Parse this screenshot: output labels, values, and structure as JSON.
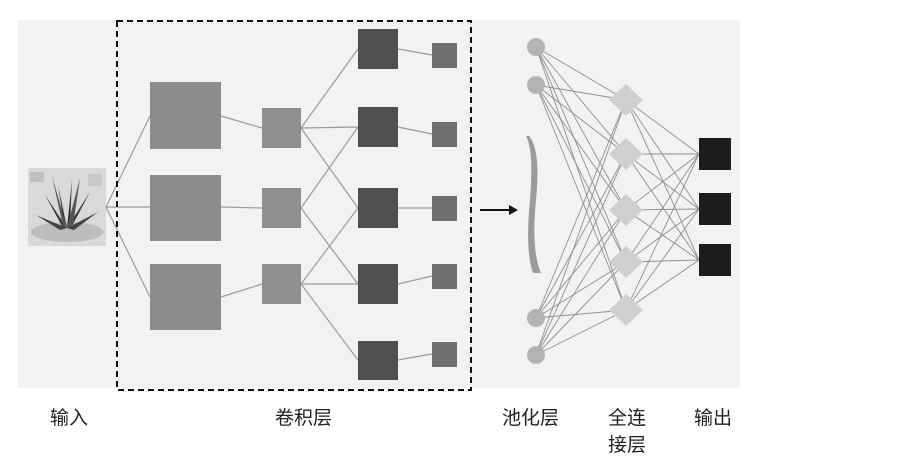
{
  "labels": {
    "input": "输入",
    "conv": "卷积层",
    "pool": "池化层",
    "fc_line1": "全连",
    "fc_line2": "接层",
    "output": "输出"
  },
  "colors": {
    "background": "#f2f2f2",
    "conv_large": "#8c8c8c",
    "conv_mid": "#8f8f8f",
    "conv_dark": "#505050",
    "conv_small": "#6f6f6f",
    "pool_node": "#b3b3b3",
    "fc_node": "#cfcfcf",
    "output_node": "#1c1c1c",
    "edge": "#9a9a9a",
    "dashed_box": "#111111"
  },
  "icons": {
    "input_image": "plant-photo-icon",
    "arrow": "right-arrow-icon"
  }
}
